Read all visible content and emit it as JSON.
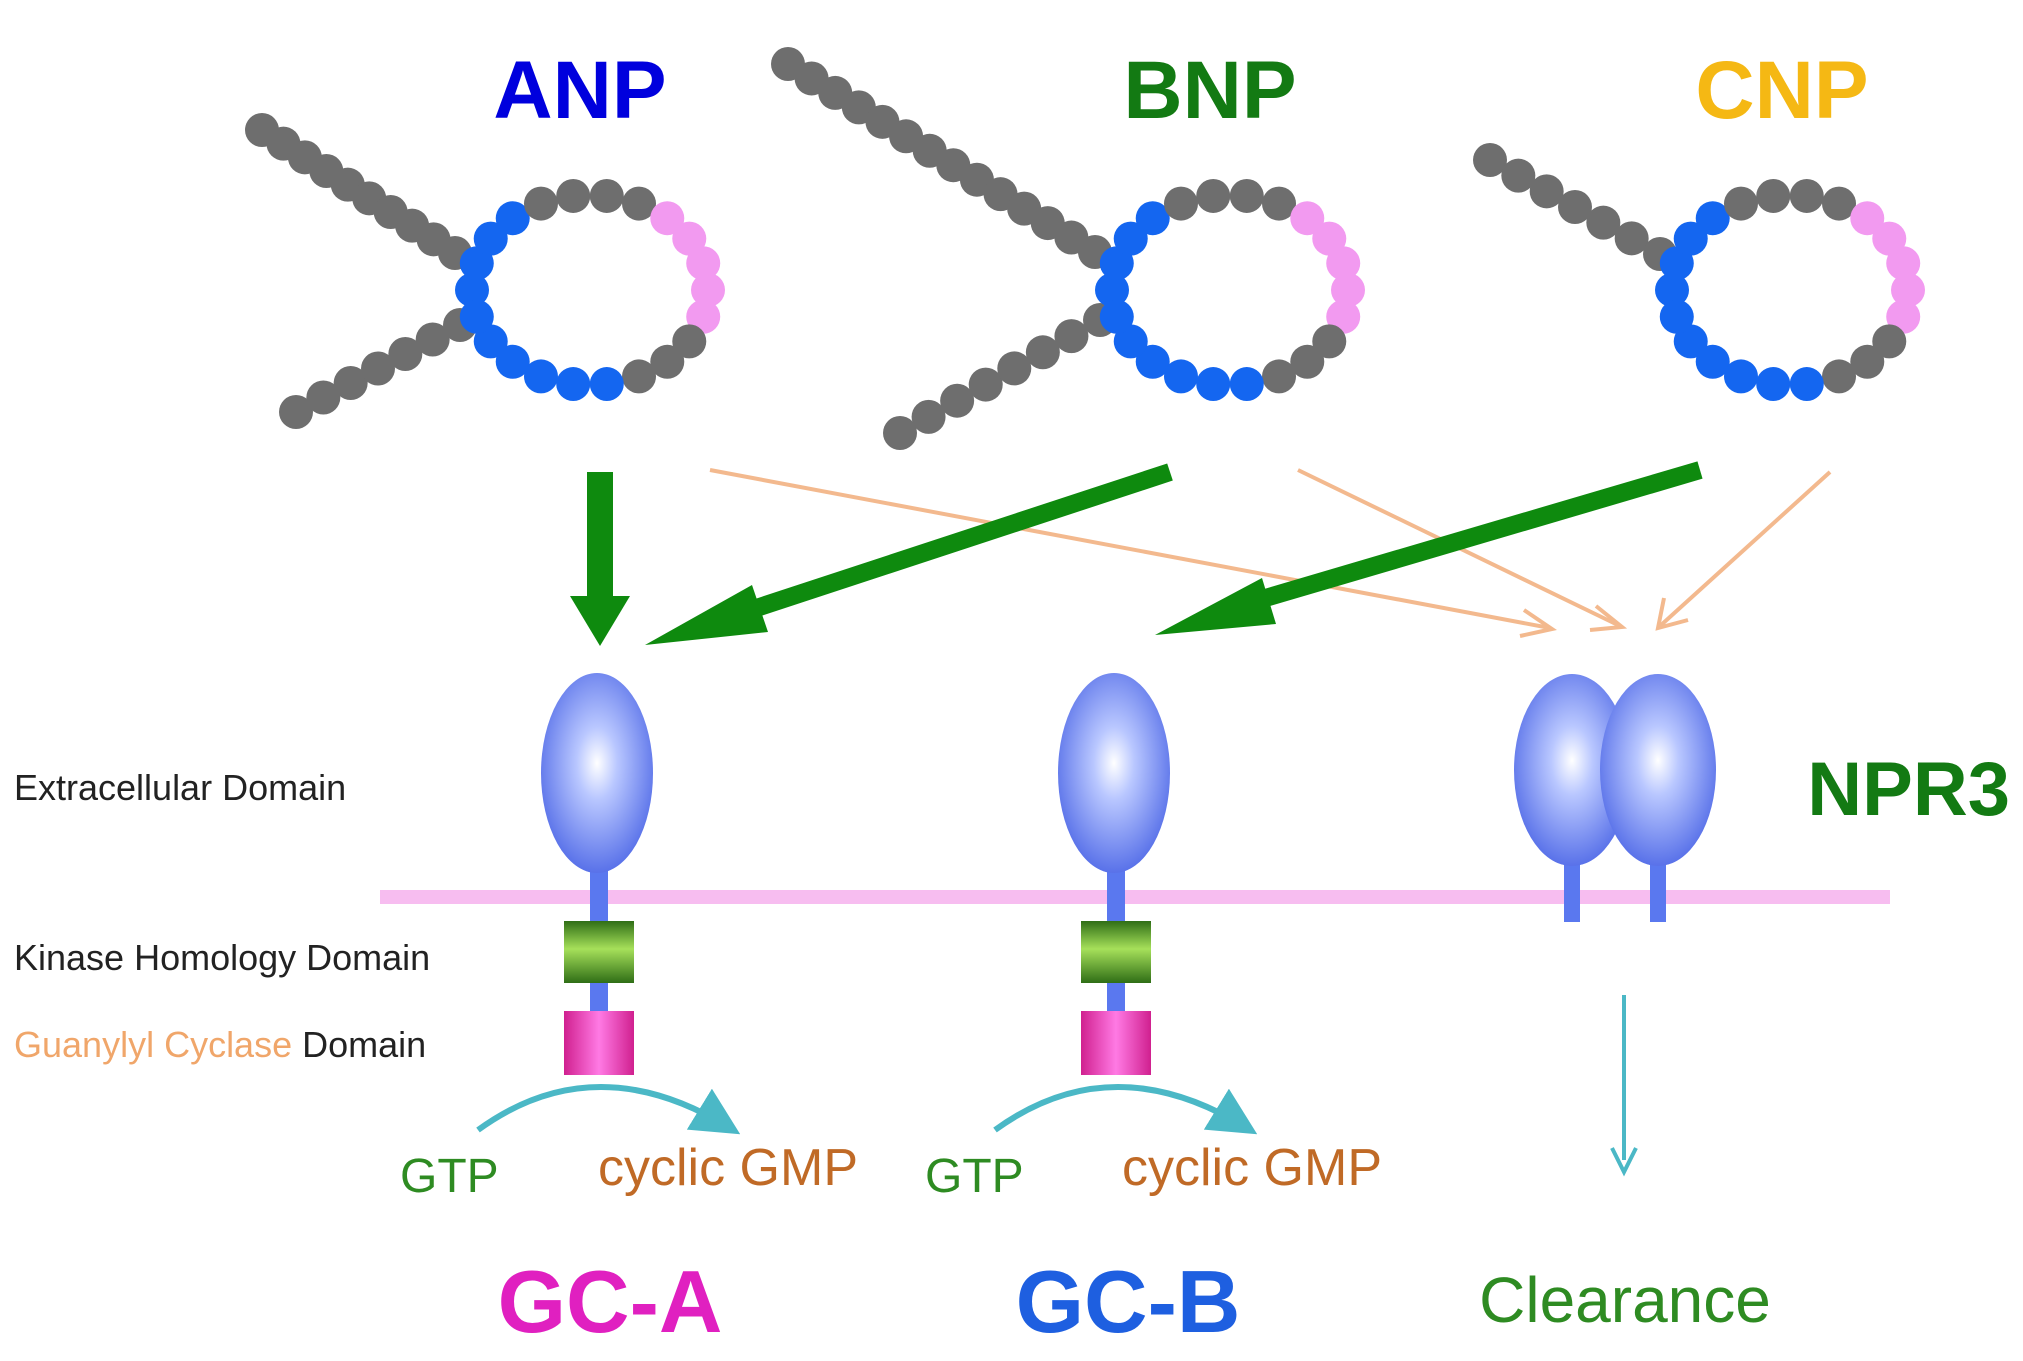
{
  "peptides": [
    {
      "name": "ANP",
      "color": "#0000dd"
    },
    {
      "name": "BNP",
      "color": "#137a13"
    },
    {
      "name": "CNP",
      "color": "#f5b814"
    }
  ],
  "domain_labels": {
    "extracellular": "Extracellular Domain",
    "kinase": "Kinase Homology Domain",
    "cyclase_highlight": "Guanylyl Cyclase",
    "cyclase_rest": " Domain"
  },
  "receptors": [
    {
      "name": "GC-A",
      "color": "#e020c0",
      "substrate": "GTP",
      "product": "cyclic GMP"
    },
    {
      "name": "GC-B",
      "color": "#1e5fe0",
      "substrate": "GTP",
      "product": "cyclic GMP"
    },
    {
      "name": "NPR3",
      "color": "#137a13",
      "outcome": "Clearance"
    }
  ],
  "colors": {
    "helix_blue": "#1466f0",
    "helix_grey": "#6e6e6e",
    "helix_pink": "#f29af0",
    "strong_arrow": "#0e8a0e",
    "weak_arrow": "#f3b98e",
    "membrane": "#f7bdf0",
    "receptor_blue": "#5a78ef",
    "kinase_green": "#3d8f1f",
    "cyclase_magenta": "#e23fc4",
    "enzyme_arrow": "#4bb8c6",
    "substrate_green": "#2e8b22",
    "product_orange": "#c06a26",
    "domain_orange": "#f0a66a"
  }
}
